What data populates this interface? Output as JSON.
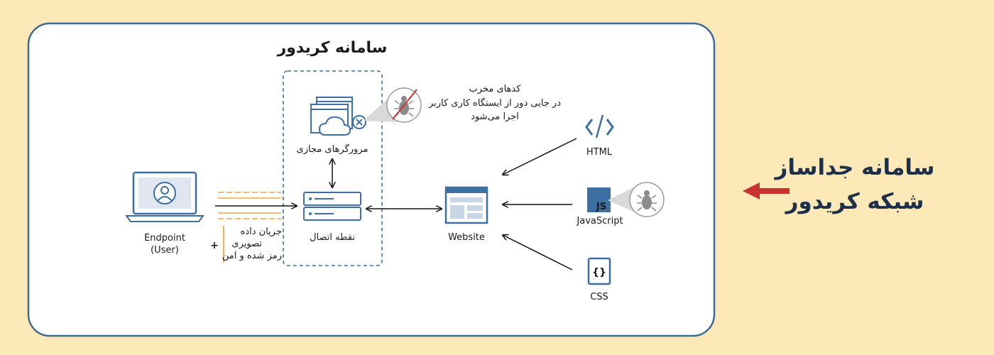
{
  "diagram": {
    "system_title": "سامانه کریدور",
    "virtual_browsers_label": "مرورگرهای مجازی",
    "malicious_code_note": [
      "کدهای مخرب",
      "در جایی دور از ایستگاه کاری کاربر",
      "اجرا می‌شود"
    ],
    "connection_point_label": "نقطه اتصال",
    "endpoint_label": [
      "Endpoint",
      "(User)"
    ],
    "data_stream_label": [
      "جریان داده",
      "تصویری",
      "رمز شده و امن"
    ],
    "plus_sign": "+",
    "website_label": "Website",
    "html_label": "HTML",
    "js_badge": "JS",
    "js_label": "JavaScript",
    "css_label": "CSS"
  },
  "side_title": {
    "line1": "سامانه جداساز",
    "line2": "شبکه کریدور"
  },
  "colors": {
    "background": "#fde9b8",
    "panel_border": "#3e6a95",
    "icon_blue": "#3d6fa3",
    "accent_orange": "#f2a63c",
    "arrow_red": "#c8322f"
  }
}
